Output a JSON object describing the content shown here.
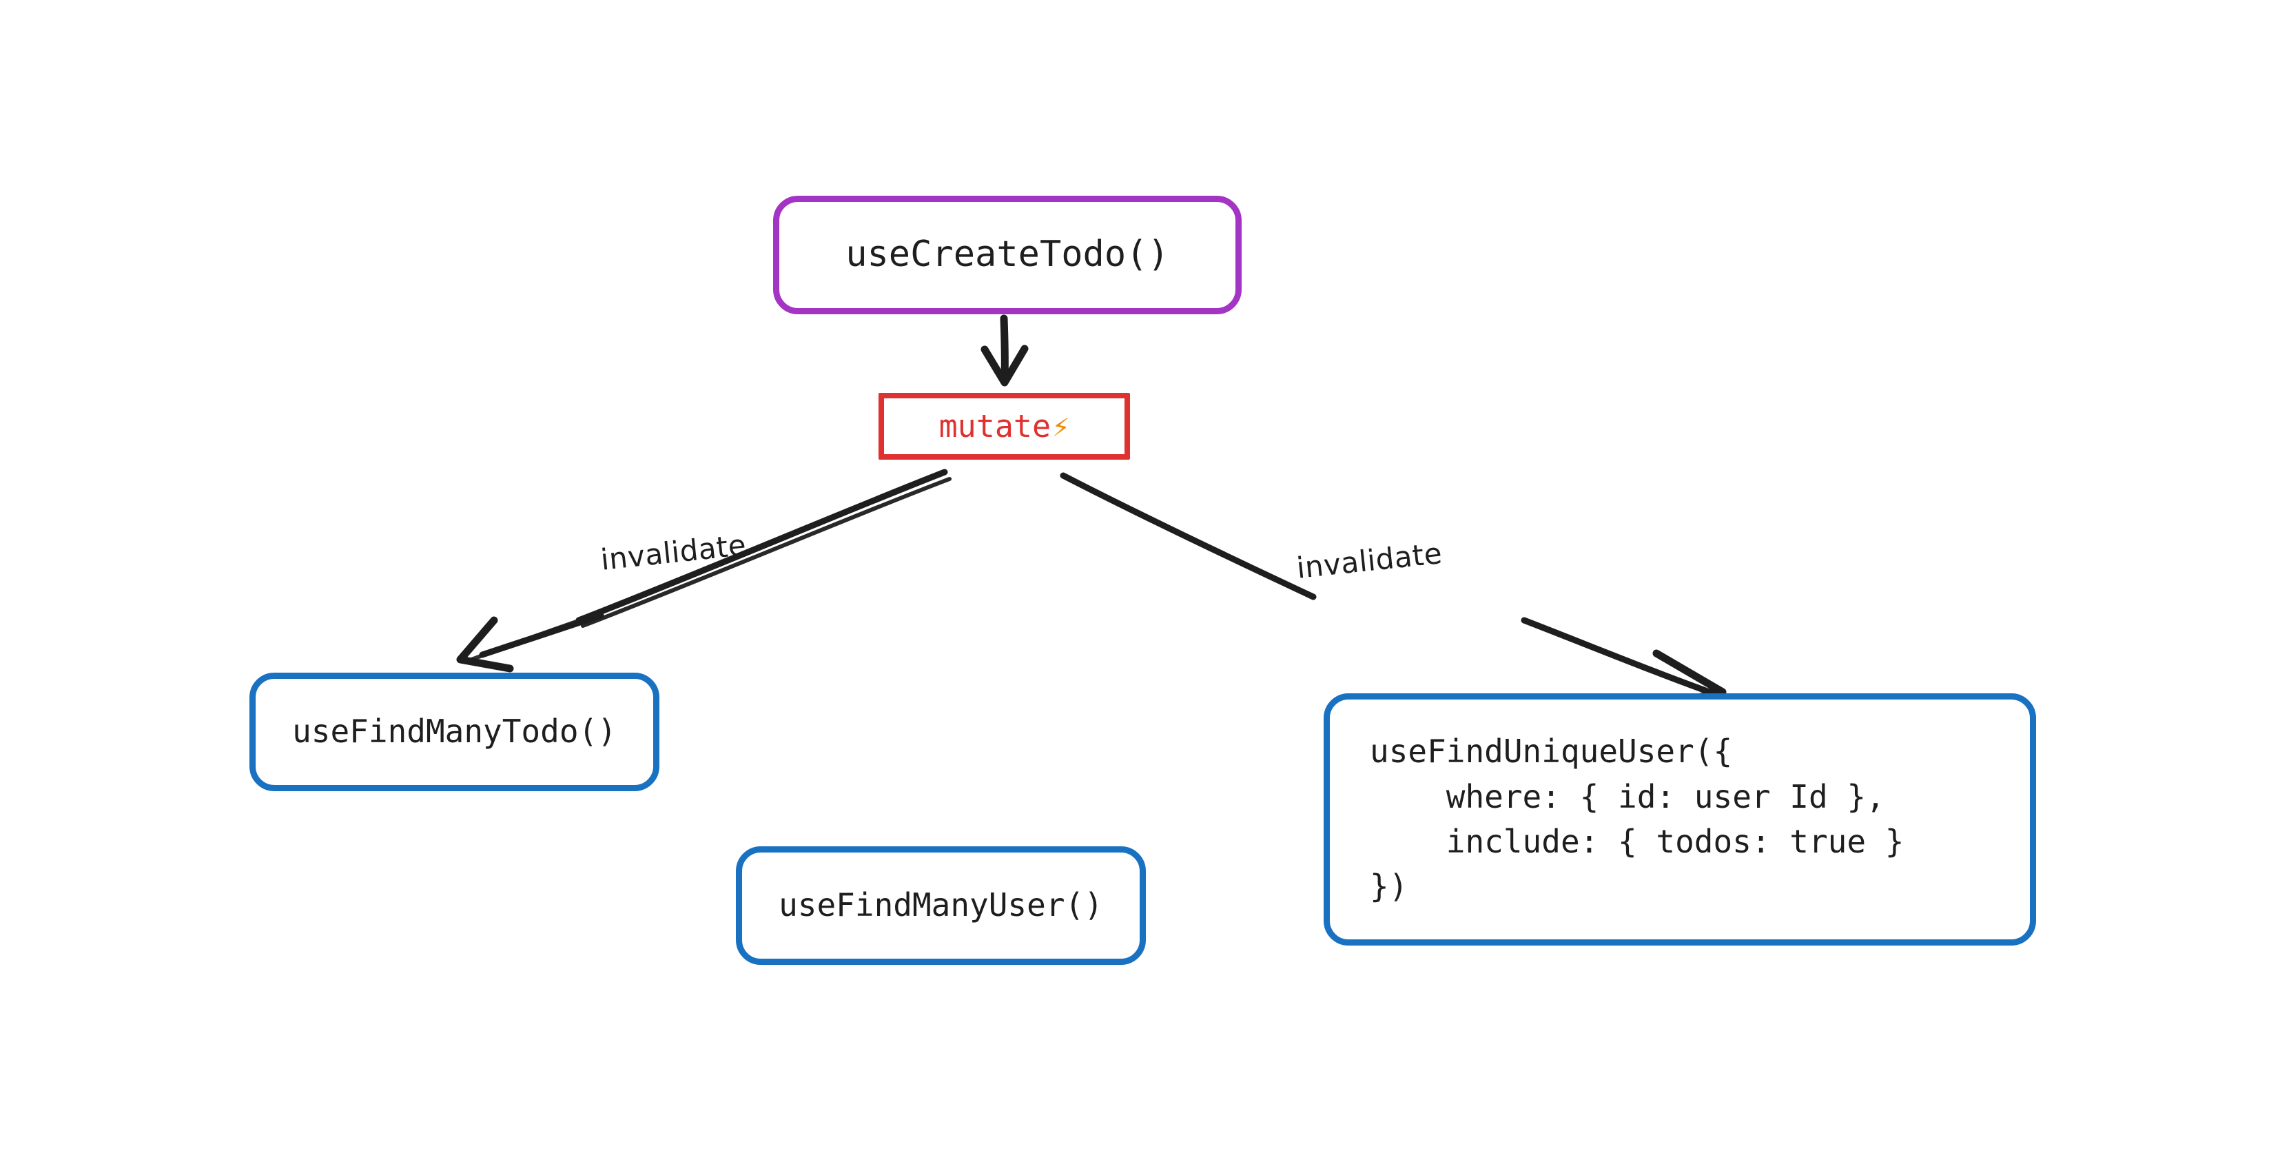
{
  "diagram": {
    "title": "useCreateTodo mutation invalidation flow",
    "background_color": "#ffffff",
    "colors": {
      "purple": "#a435c4",
      "red": "#e03131",
      "blue": "#1971c2",
      "ink": "#1e1e1e",
      "bolt": "#f08c00"
    },
    "nodes": [
      {
        "id": "use-create-todo",
        "label": "useCreateTodo()",
        "shape": "rounded-rect",
        "stroke": "#a435c4"
      },
      {
        "id": "mutate",
        "label": "mutate",
        "icon": "⚡",
        "icon_name": "lightning-bolt-icon",
        "shape": "rect",
        "stroke": "#e03131"
      },
      {
        "id": "use-find-many-todo",
        "label": "useFindManyTodo()",
        "shape": "rounded-rect",
        "stroke": "#1971c2"
      },
      {
        "id": "use-find-many-user",
        "label": "useFindManyUser()",
        "shape": "rounded-rect",
        "stroke": "#1971c2"
      },
      {
        "id": "use-find-unique-user",
        "label": "useFindUniqueUser({\n    where: { id: user Id },\n    include: { todos: true }\n})",
        "shape": "rounded-rect",
        "stroke": "#1971c2"
      }
    ],
    "edges": [
      {
        "id": "create-to-mutate",
        "from": "use-create-todo",
        "to": "mutate",
        "label": ""
      },
      {
        "id": "mutate-to-findmanytodo",
        "from": "mutate",
        "to": "use-find-many-todo",
        "label": "invalidate"
      },
      {
        "id": "mutate-to-finduniqueuser",
        "from": "mutate",
        "to": "use-find-unique-user",
        "label": "invalidate"
      }
    ]
  }
}
